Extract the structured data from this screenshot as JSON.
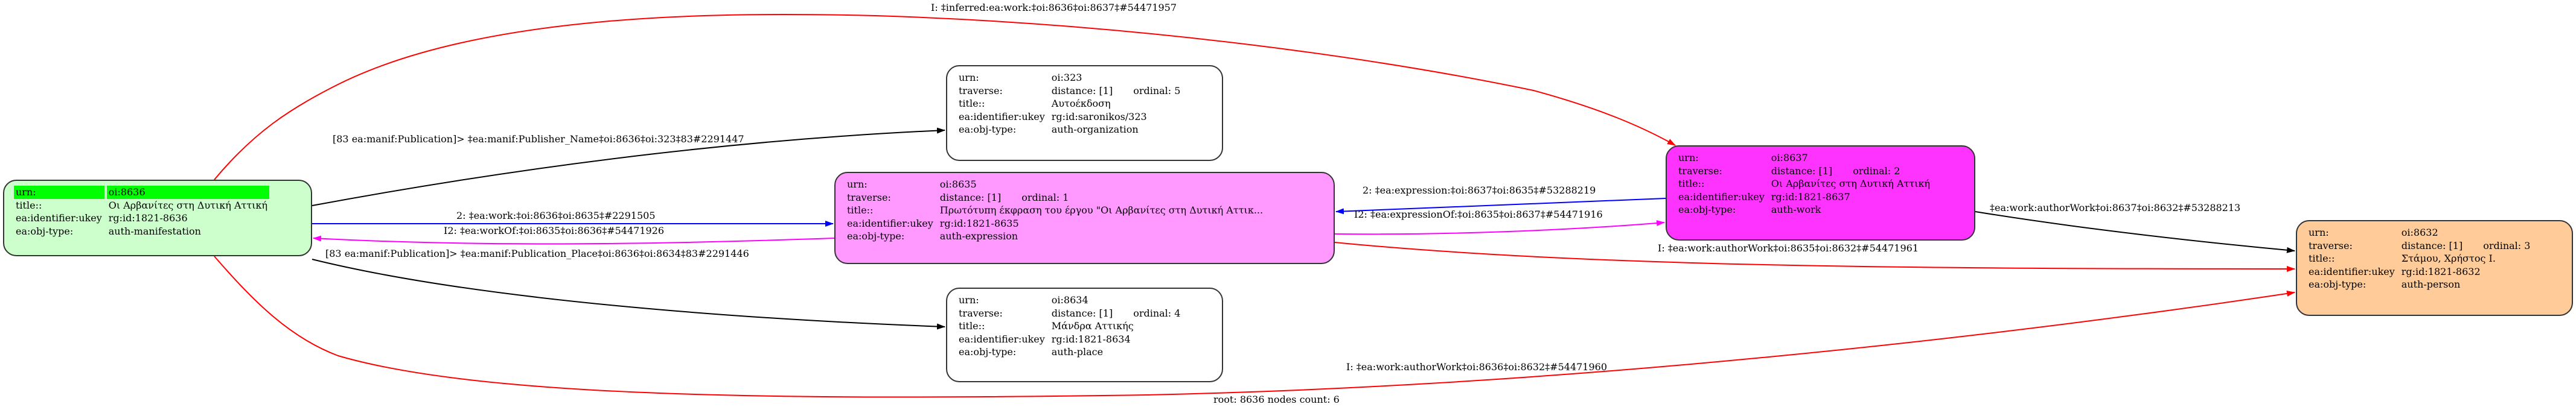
{
  "colors": {
    "root_fill": "#ccffcc",
    "root_highlight": "#00ff00",
    "expression_fill": "#ff99ff",
    "work_fill": "#ff33ff",
    "person_fill": "#ffcc99",
    "plain_fill": "#ffffff",
    "edge_black": "#000000",
    "edge_blue": "#0000ff",
    "edge_magenta": "#ff00ff",
    "edge_red": "#ff0000"
  },
  "nodes": {
    "n8636": {
      "urn_key": "urn:",
      "urn": "oi:8636",
      "title_key": "title::",
      "title": "Οι Αρβανίτες στη Δυτική Αττική",
      "ukey_key": "ea:identifier:ukey",
      "ukey": "rg:id:1821-8636",
      "type_key": "ea:obj-type:",
      "type": "auth-manifestation"
    },
    "n323": {
      "urn_key": "urn:",
      "urn": "oi:323",
      "traverse_key": "traverse:",
      "distance": "distance: [1]",
      "ordinal": "ordinal: 5",
      "title_key": "title::",
      "title": "Αυτοέκδοση",
      "ukey_key": "ea:identifier:ukey",
      "ukey": "rg:id:saronikos/323",
      "type_key": "ea:obj-type:",
      "type": "auth-organization"
    },
    "n8635": {
      "urn_key": "urn:",
      "urn": "oi:8635",
      "traverse_key": "traverse:",
      "distance": "distance: [1]",
      "ordinal": "ordinal: 1",
      "title_key": "title::",
      "title": "Πρωτότυπη έκφραση του έργου \"Οι Αρβανίτες στη Δυτική Αττικ...",
      "ukey_key": "ea:identifier:ukey",
      "ukey": "rg:id:1821-8635",
      "type_key": "ea:obj-type:",
      "type": "auth-expression"
    },
    "n8634": {
      "urn_key": "urn:",
      "urn": "oi:8634",
      "traverse_key": "traverse:",
      "distance": "distance: [1]",
      "ordinal": "ordinal: 4",
      "title_key": "title::",
      "title": "Μάνδρα Αττικής",
      "ukey_key": "ea:identifier:ukey",
      "ukey": "rg:id:1821-8634",
      "type_key": "ea:obj-type:",
      "type": "auth-place"
    },
    "n8637": {
      "urn_key": "urn:",
      "urn": "oi:8637",
      "traverse_key": "traverse:",
      "distance": "distance: [1]",
      "ordinal": "ordinal: 2",
      "title_key": "title::",
      "title": "Οι Αρβανίτες στη Δυτική Αττική",
      "ukey_key": "ea:identifier:ukey",
      "ukey": "rg:id:1821-8637",
      "type_key": "ea:obj-type:",
      "type": "auth-work"
    },
    "n8632": {
      "urn_key": "urn:",
      "urn": "oi:8632",
      "traverse_key": "traverse:",
      "distance": "distance: [1]",
      "ordinal": "ordinal: 3",
      "title_key": "title::",
      "title": "Στάμου, Χρήστος Ι.",
      "ukey_key": "ea:identifier:ukey",
      "ukey": "rg:id:1821-8632",
      "type_key": "ea:obj-type:",
      "type": "auth-person"
    }
  },
  "edges": [
    {
      "id": "e1",
      "from": "oi:8636",
      "to": "oi:8637",
      "color": "red",
      "label": "I: ‡inferred:ea:work:‡oi:8636‡oi:8637‡#54471957"
    },
    {
      "id": "e2",
      "from": "oi:8636",
      "to": "oi:323",
      "color": "black",
      "label": "[83 ea:manif:Publication]> ‡ea:manif:Publisher_Name‡oi:8636‡oi:323‡83#2291447"
    },
    {
      "id": "e3",
      "from": "oi:8636",
      "to": "oi:8635",
      "color": "blue",
      "label": "2: ‡ea:work:‡oi:8636‡oi:8635‡#2291505"
    },
    {
      "id": "e4",
      "from": "oi:8635",
      "to": "oi:8636",
      "color": "magenta",
      "label": "I2: ‡ea:workOf:‡oi:8635‡oi:8636‡#54471926"
    },
    {
      "id": "e5",
      "from": "oi:8636",
      "to": "oi:8634",
      "color": "black",
      "label": "[83 ea:manif:Publication]> ‡ea:manif:Publication_Place‡oi:8636‡oi:8634‡83#2291446"
    },
    {
      "id": "e6",
      "from": "oi:8637",
      "to": "oi:8635",
      "color": "blue",
      "label": "2: ‡ea:expression:‡oi:8637‡oi:8635‡#53288219"
    },
    {
      "id": "e7",
      "from": "oi:8635",
      "to": "oi:8637",
      "color": "magenta",
      "label": "I2: ‡ea:expressionOf:‡oi:8635‡oi:8637‡#54471916"
    },
    {
      "id": "e8",
      "from": "oi:8637",
      "to": "oi:8632",
      "color": "black",
      "label": "‡ea:work:authorWork‡oi:8637‡oi:8632‡#53288213"
    },
    {
      "id": "e9",
      "from": "oi:8635",
      "to": "oi:8632",
      "color": "red",
      "label": "I: ‡ea:work:authorWork‡oi:8635‡oi:8632‡#54471961"
    },
    {
      "id": "e10",
      "from": "oi:8636",
      "to": "oi:8632",
      "color": "red",
      "label": "I: ‡ea:work:authorWork‡oi:8636‡oi:8632‡#54471960"
    }
  ],
  "footer": "root: 8636 nodes count: 6"
}
